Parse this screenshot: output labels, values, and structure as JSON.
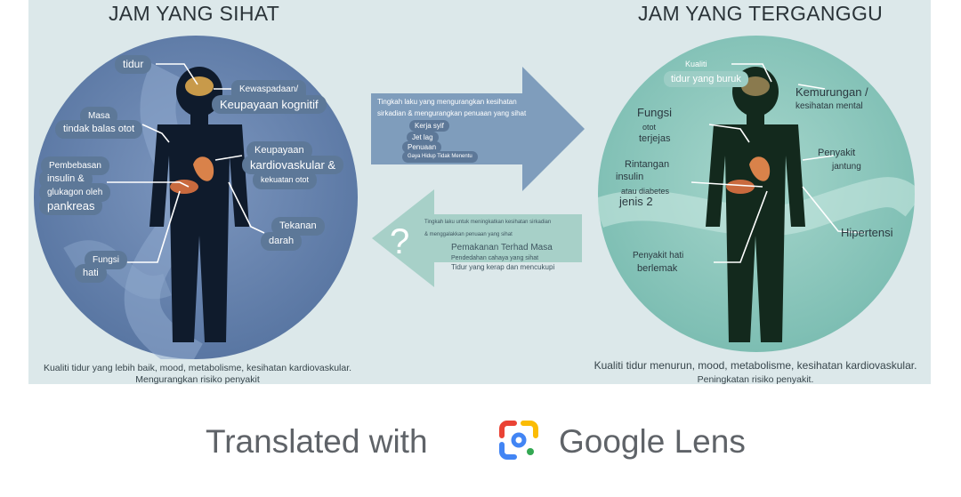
{
  "left": {
    "title": "JAM YANG SIHAT",
    "labels": {
      "tidur": "tidur",
      "kewaspadaan": "Kewaspadaan/",
      "keupayaan_kognitif": "Keupayaan kognitif",
      "masa": "Masa",
      "tindak_balas": "tindak balas otot",
      "keupayaan": "Keupayaan",
      "kardiovaskular": "kardiovaskular &",
      "kekuatan_otot": "kekuatan otot",
      "pembebasan": "Pembebasan",
      "insulin": "insulin &",
      "glukagon": "glukagon oleh",
      "pankreas": "pankreas",
      "tekanan": "Tekanan",
      "darah": "darah",
      "fungsi": "Fungsi",
      "hati": "hati"
    },
    "caption_line1": "Kualiti tidur yang lebih baik, mood, metabolisme, kesihatan kardiovaskular.",
    "caption_line2": "Mengurangkan risiko penyakit"
  },
  "right": {
    "title": "JAM YANG TERGANGGU",
    "labels": {
      "kualiti": "Kualiti",
      "tidur_buruk": "tidur yang buruk",
      "kemurungan": "Kemurungan /",
      "kesihatan_mental": "kesihatan mental",
      "fungsi": "Fungsi",
      "otot": "otot",
      "terjejas": "terjejas",
      "penyakit": "Penyakit",
      "jantung": "jantung",
      "rintangan": "Rintangan",
      "insulin": "insulin",
      "atau_diabetes": "atau diabetes",
      "jenis2": "jenis 2",
      "hipertensi": "Hipertensi",
      "penyakit_hati": "Penyakit hati",
      "berlemak": "berlemak"
    },
    "caption_line1": "Kualiti tidur menurun, mood, metabolisme, kesihatan kardiovaskular.",
    "caption_line2": "Peningkatan risiko penyakit."
  },
  "arrow_right": {
    "line1": "Tingkah laku yang mengurangkan kesihatan",
    "line2": "sirkadian & mengurangkan penuaan yang sihat",
    "items": [
      "Kerja syif",
      "Jet lag",
      "Penuaan",
      "Gaya Hidup Tidak Menentu"
    ]
  },
  "arrow_left": {
    "line1": "Tingkah laku untuk meningkatkan kesihatan sirkadian",
    "line2": "& menggalakkan penuaan yang sihat",
    "items": [
      "Pemakanan Terhad Masa",
      "Pendedahan cahaya yang sihat",
      "Tidur yang kerap dan mencukupi"
    ],
    "question_mark": "?"
  },
  "footer": {
    "translated": "Translated with",
    "lens": "Google Lens"
  },
  "colors": {
    "healthy_circle": "#5b78a4",
    "disrupted_circle": "#7fbfb4",
    "arrow": "#7f9dbc",
    "arrow_left": "#a7d0c8",
    "body_dark": "#0f1b2c",
    "body_green": "#13291d"
  }
}
